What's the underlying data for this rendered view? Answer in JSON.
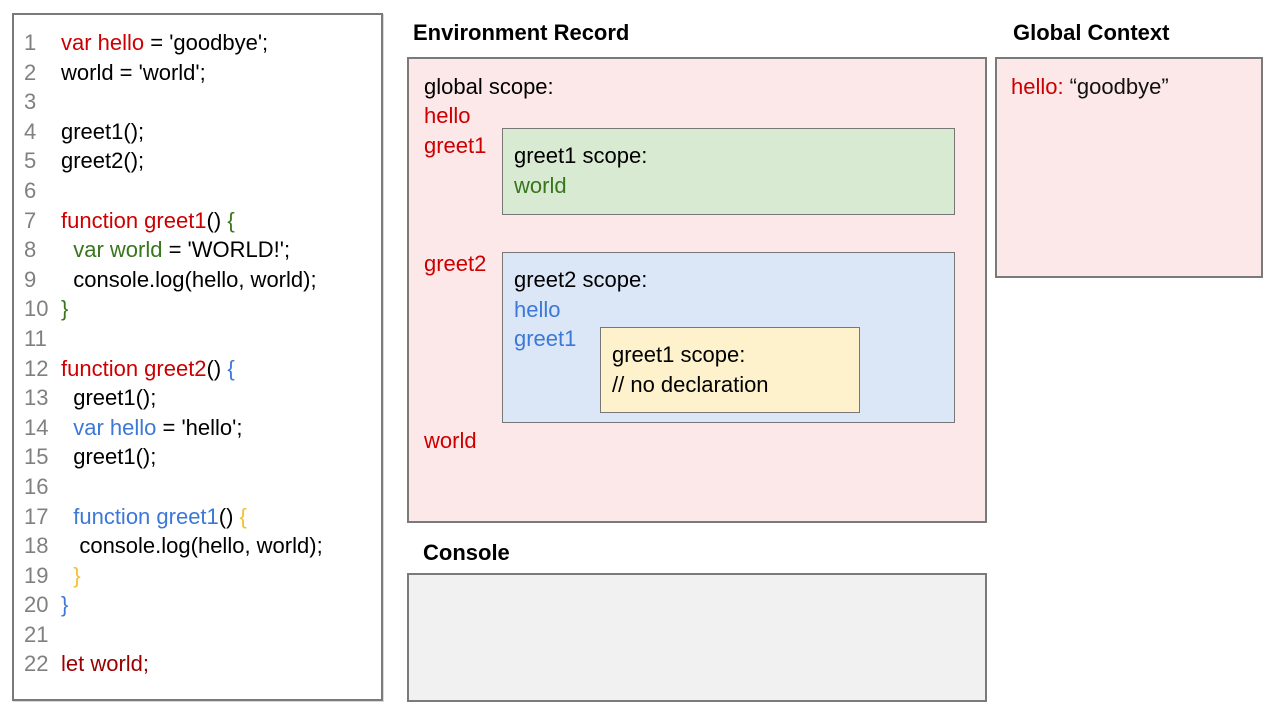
{
  "colors": {
    "red": "#cc0000",
    "dark_red": "#990000",
    "green": "#38761d",
    "blue": "#3c78d8",
    "orange": "#f1c232",
    "pink_bg": "#fce8e8",
    "green_bg": "#d9ead3",
    "blue_bg": "#dbe7f6",
    "yellow_bg": "#fdf2cc",
    "console_bg": "#f1f1f1",
    "border": "#7a7a7a",
    "line_number": "#808080"
  },
  "code": {
    "lines": [
      {
        "num": "1",
        "segments": [
          {
            "t": "var hello",
            "c": "red"
          },
          {
            "t": " = 'goodbye';",
            "c": "k"
          }
        ]
      },
      {
        "num": "2",
        "segments": [
          {
            "t": "world = 'world';",
            "c": "k"
          }
        ]
      },
      {
        "num": "3",
        "segments": []
      },
      {
        "num": "4",
        "segments": [
          {
            "t": "greet1();",
            "c": "k"
          }
        ]
      },
      {
        "num": "5",
        "segments": [
          {
            "t": "greet2();",
            "c": "k"
          }
        ]
      },
      {
        "num": "6",
        "segments": []
      },
      {
        "num": "7",
        "segments": [
          {
            "t": "function greet1",
            "c": "red"
          },
          {
            "t": "() ",
            "c": "k"
          },
          {
            "t": "{",
            "c": "green"
          }
        ]
      },
      {
        "num": "8",
        "segments": [
          {
            "t": "  ",
            "c": "k"
          },
          {
            "t": "var world",
            "c": "green"
          },
          {
            "t": " = 'WORLD!';",
            "c": "k"
          }
        ]
      },
      {
        "num": "9",
        "segments": [
          {
            "t": "  console.log(hello, world);",
            "c": "k"
          }
        ]
      },
      {
        "num": "10",
        "segments": [
          {
            "t": "}",
            "c": "green"
          }
        ]
      },
      {
        "num": "11",
        "segments": []
      },
      {
        "num": "12",
        "segments": [
          {
            "t": "function greet2",
            "c": "red"
          },
          {
            "t": "() ",
            "c": "k"
          },
          {
            "t": "{",
            "c": "blue"
          }
        ]
      },
      {
        "num": "13",
        "segments": [
          {
            "t": "  greet1();",
            "c": "k"
          }
        ]
      },
      {
        "num": "14",
        "segments": [
          {
            "t": "  ",
            "c": "k"
          },
          {
            "t": "var hello",
            "c": "blue"
          },
          {
            "t": " = 'hello';",
            "c": "k"
          }
        ]
      },
      {
        "num": "15",
        "segments": [
          {
            "t": "  greet1();",
            "c": "k"
          }
        ]
      },
      {
        "num": "16",
        "segments": []
      },
      {
        "num": "17",
        "segments": [
          {
            "t": "  ",
            "c": "k"
          },
          {
            "t": "function greet1",
            "c": "blue"
          },
          {
            "t": "() ",
            "c": "k"
          },
          {
            "t": "{",
            "c": "orange"
          }
        ]
      },
      {
        "num": "18",
        "segments": [
          {
            "t": "   console.log(hello, world);",
            "c": "k"
          }
        ]
      },
      {
        "num": "19",
        "segments": [
          {
            "t": "  }",
            "c": "orange"
          }
        ]
      },
      {
        "num": "20",
        "segments": [
          {
            "t": "}",
            "c": "blue"
          }
        ]
      },
      {
        "num": "21",
        "segments": []
      },
      {
        "num": "22",
        "segments": [
          {
            "t": "let world;",
            "c": "darkred"
          }
        ]
      }
    ]
  },
  "environment_record": {
    "title": "Environment Record",
    "global_scope_label": "global scope:",
    "hello_label": "hello",
    "greet1_label": "greet1",
    "greet2_label": "greet2",
    "world_label": "world",
    "greet1_scope": {
      "label": "greet1 scope:",
      "world_label": "world"
    },
    "greet2_scope": {
      "label": "greet2 scope:",
      "hello_label": "hello",
      "greet1_label": "greet1",
      "inner_greet1_scope": {
        "label": "greet1 scope:",
        "comment": "// no declaration"
      }
    }
  },
  "global_context": {
    "title": "Global Context",
    "entry_key": "hello:",
    "entry_value": "“goodbye”"
  },
  "console_panel": {
    "title": "Console"
  }
}
